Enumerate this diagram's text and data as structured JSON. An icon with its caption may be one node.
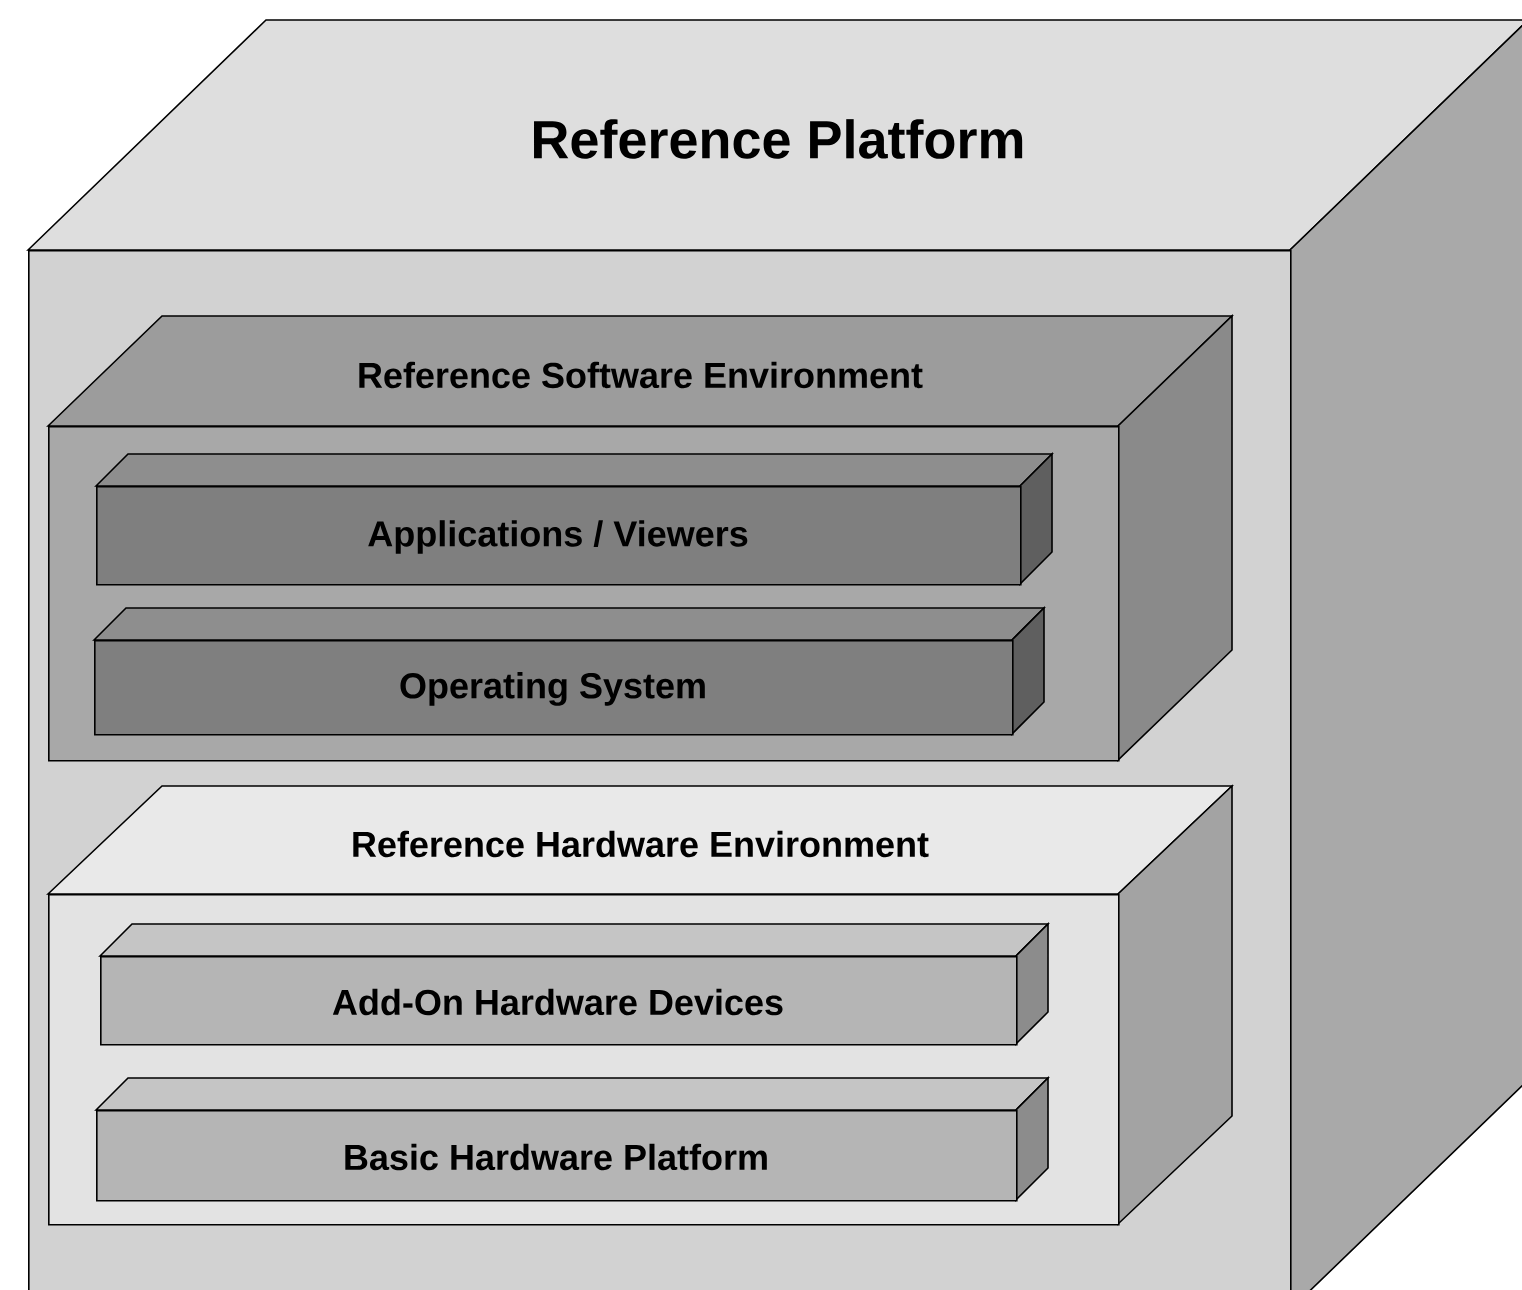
{
  "diagram": {
    "nodes": [
      {
        "text": [
          "Reference Platform"
        ]
      },
      {
        "text": [
          "Reference Software Environment"
        ],
        "in": 0
      },
      {
        "text": [
          "Applications / Viewers"
        ],
        "in": 1
      },
      {
        "text": [
          "Operating System"
        ],
        "in": 1
      },
      {
        "text": [
          "Reference Hardware Environment"
        ],
        "in": 0
      },
      {
        "text": [
          "Add-On Hardware Devices"
        ],
        "in": 4
      },
      {
        "text": [
          "Basic Hardware Platform"
        ],
        "in": 4
      }
    ]
  }
}
